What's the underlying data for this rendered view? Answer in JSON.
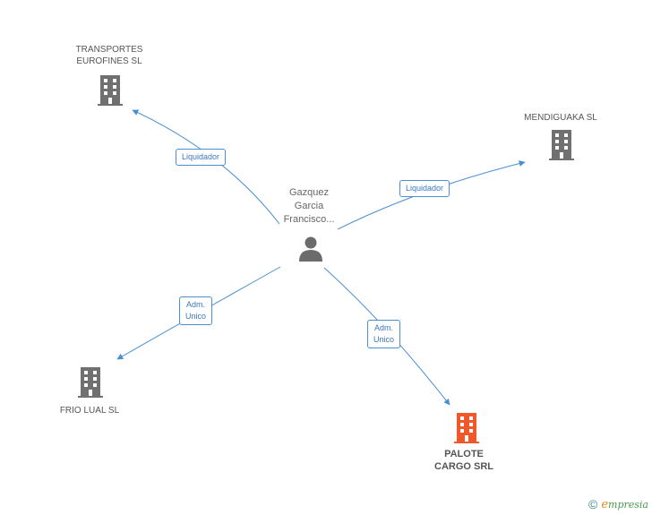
{
  "center": {
    "name_lines": [
      "Gazquez",
      "Garcia",
      "Francisco..."
    ],
    "icon": "person-icon"
  },
  "companies": [
    {
      "id": "transportes",
      "name_lines": [
        "TRANSPORTES",
        "EUROFINES SL"
      ],
      "color": "#707070",
      "highlight": false
    },
    {
      "id": "mendiguaka",
      "name_lines": [
        "MENDIGUAKA SL"
      ],
      "color": "#707070",
      "highlight": false
    },
    {
      "id": "frio",
      "name_lines": [
        "FRIO LUAL SL"
      ],
      "color": "#707070",
      "highlight": false
    },
    {
      "id": "palote",
      "name_lines": [
        "PALOTE",
        "CARGO SRL"
      ],
      "color": "#f0582a",
      "highlight": true
    }
  ],
  "relations": [
    {
      "target": "transportes",
      "label_lines": [
        "Liquidador"
      ]
    },
    {
      "target": "mendiguaka",
      "label_lines": [
        "Liquidador"
      ]
    },
    {
      "target": "frio",
      "label_lines": [
        "Adm.",
        "Unico"
      ]
    },
    {
      "target": "palote",
      "label_lines": [
        "Adm.",
        "Unico"
      ]
    }
  ],
  "footer": {
    "copyright": "©",
    "brand_initial": "e",
    "brand_rest": "mpresia"
  },
  "colors": {
    "edge": "#4a8fd4",
    "building": "#707070",
    "building_highlight": "#f0582a",
    "person": "#6b6b6b"
  }
}
